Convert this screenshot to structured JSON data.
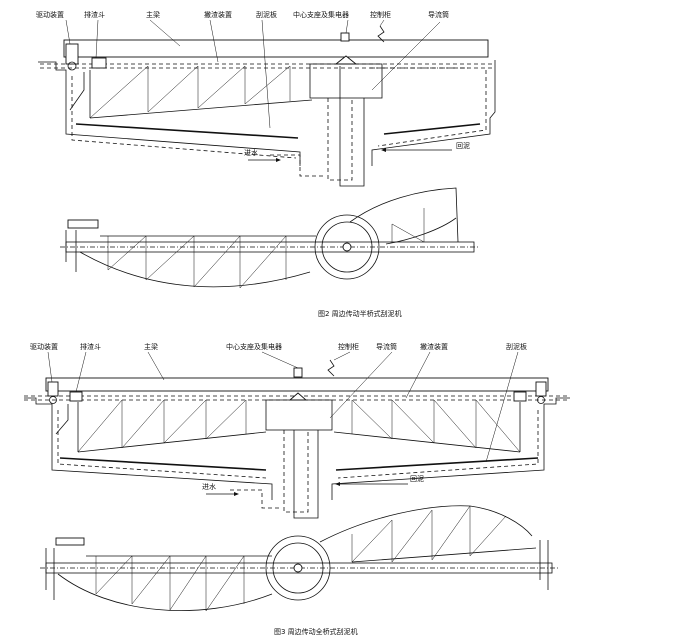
{
  "figure2": {
    "caption": "图2 周边传动半桥式刮泥机",
    "labels": {
      "drive": "驱动装置",
      "scum_hopper": "排渣斗",
      "main_beam": "主梁",
      "skimmer": "撇渣装置",
      "scraper": "刮泥板",
      "center_support": "中心支座及集电器",
      "control_cabinet": "控制柜",
      "guide_tube": "导流筒",
      "inflow": "进水",
      "return_sludge": "回泥"
    }
  },
  "figure3": {
    "caption": "图3 周边传动全桥式刮泥机",
    "labels": {
      "drive": "驱动装置",
      "scum_hopper": "排渣斗",
      "main_beam": "主梁",
      "center_support": "中心支座及集电器",
      "control_cabinet": "控制柜",
      "guide_tube": "导流筒",
      "skimmer": "撇渣装置",
      "scraper": "刮泥板",
      "inflow": "进水",
      "return_sludge": "回泥"
    }
  }
}
